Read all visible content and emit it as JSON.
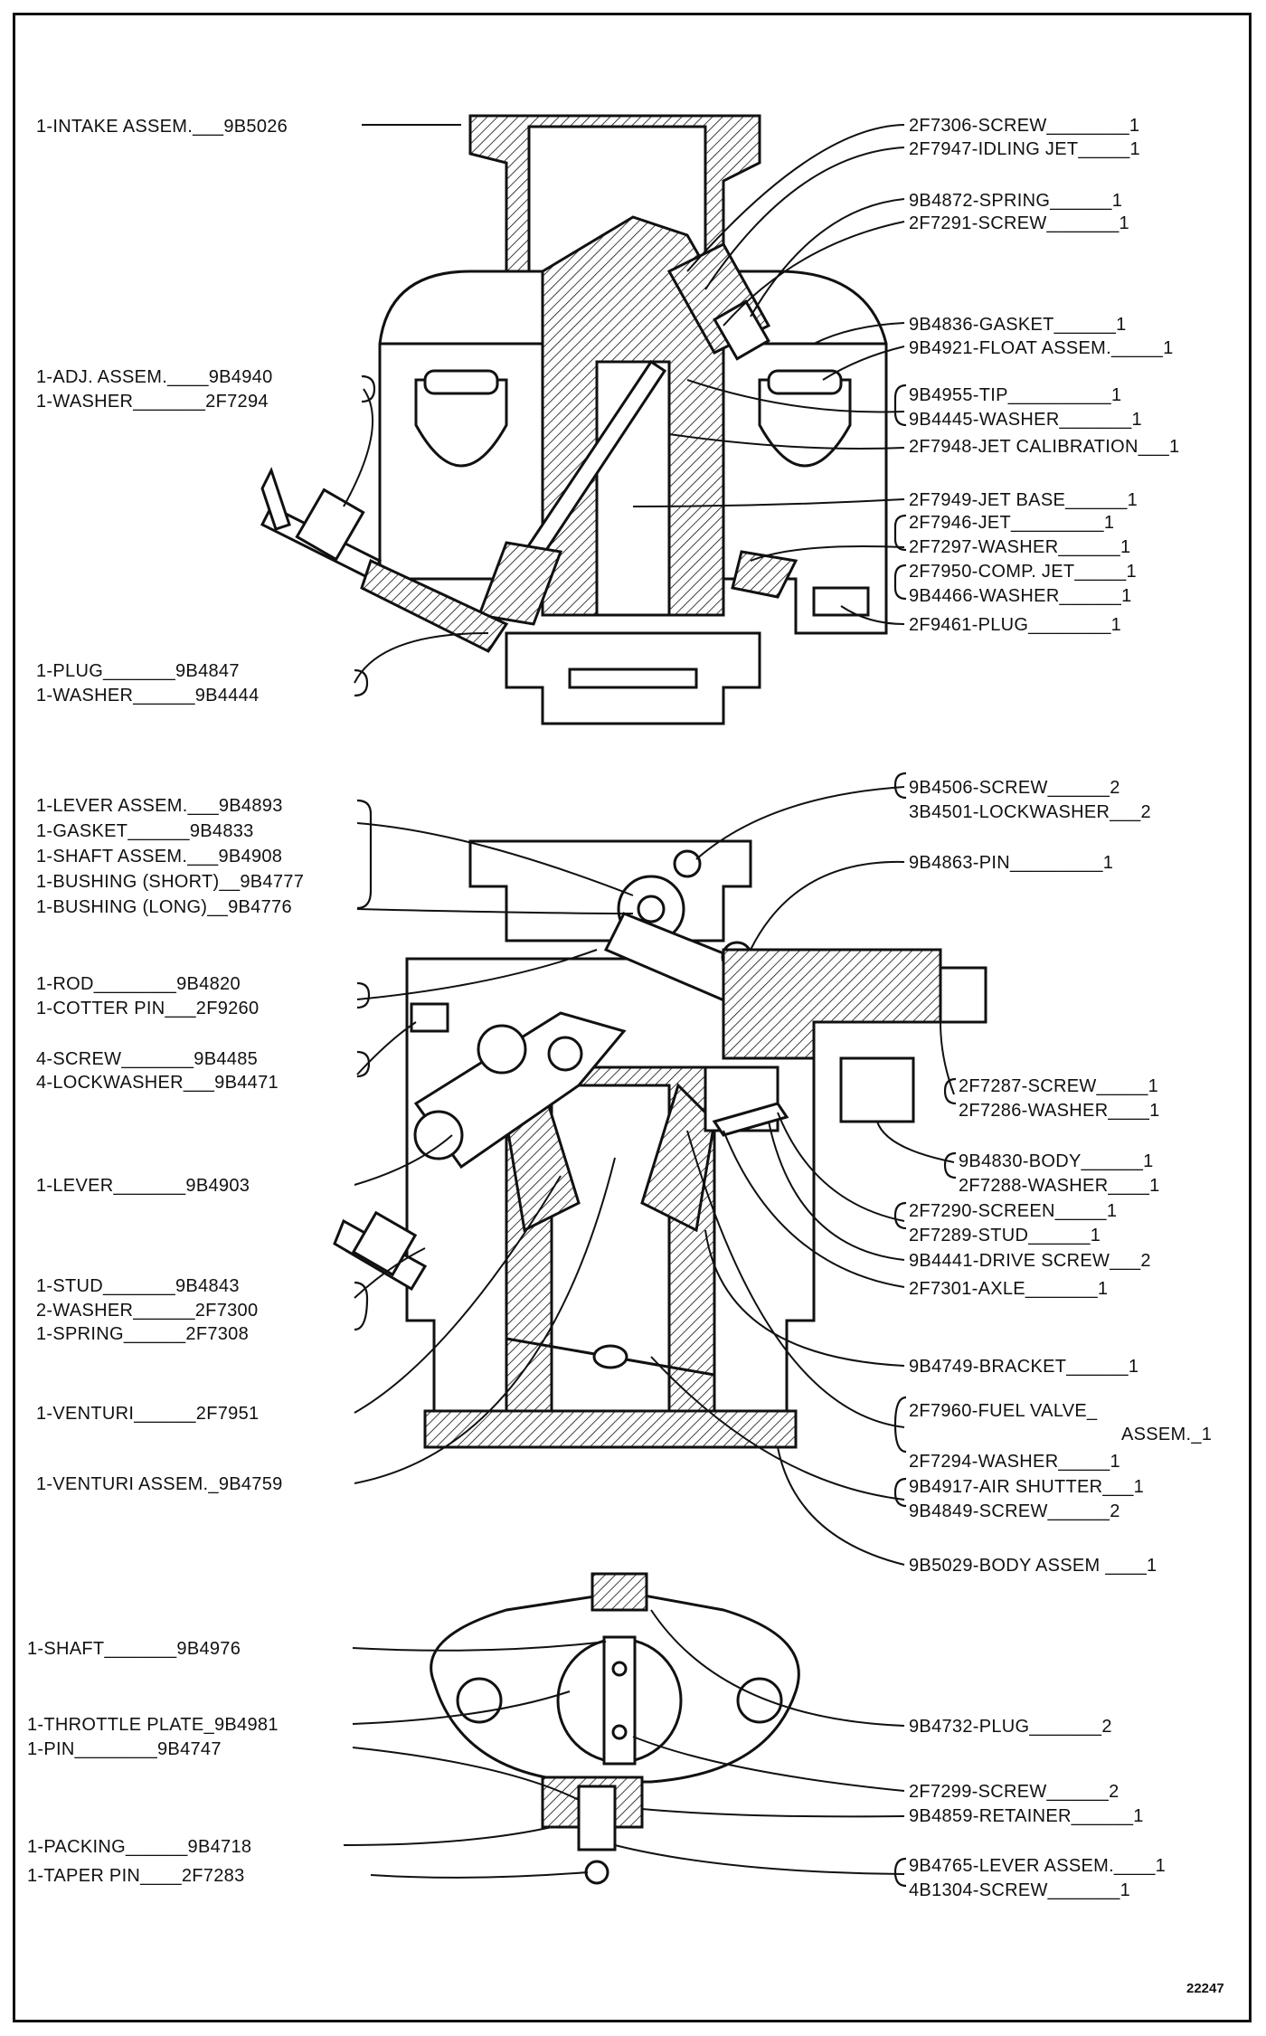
{
  "figure_number": "22247",
  "upper_view": {
    "left_labels": [
      "1-INTAKE ASSEM.___9B5026",
      "1-ADJ. ASSEM.____9B4940",
      "1-WASHER_______2F7294",
      "1-PLUG_______9B4847",
      "1-WASHER______9B4444"
    ],
    "right_labels": [
      "2F7306-SCREW________1",
      "2F7947-IDLING JET_____1",
      "9B4872-SPRING______1",
      "2F7291-SCREW_______1",
      "9B4836-GASKET______1",
      "9B4921-FLOAT ASSEM._____1",
      "9B4955-TIP__________1",
      "9B4445-WASHER_______1",
      "2F7948-JET CALIBRATION___1",
      "2F7949-JET BASE______1",
      "2F7946-JET_________1",
      "2F7297-WASHER______1",
      "2F7950-COMP. JET_____1",
      "9B4466-WASHER______1",
      "2F9461-PLUG________1"
    ]
  },
  "middle_view": {
    "left_labels": [
      "1-LEVER ASSEM.___9B4893",
      "1-GASKET______9B4833",
      "1-SHAFT ASSEM.___9B4908",
      "1-BUSHING (SHORT)__9B4777",
      "1-BUSHING (LONG)__9B4776",
      "1-ROD________9B4820",
      "1-COTTER PIN___2F9260",
      "4-SCREW_______9B4485",
      "4-LOCKWASHER___9B4471",
      "1-LEVER_______9B4903",
      "1-STUD_______9B4843",
      "2-WASHER______2F7300",
      "1-SPRING______2F7308",
      "1-VENTURI______2F7951",
      "1-VENTURI ASSEM._9B4759"
    ],
    "right_labels": [
      "9B4506-SCREW______2",
      "3B4501-LOCKWASHER___2",
      "9B4863-PIN_________1",
      "2F7287-SCREW_____1",
      "2F7286-WASHER____1",
      "9B4830-BODY______1",
      "2F7288-WASHER____1",
      "2F7290-SCREEN_____1",
      "2F7289-STUD______1",
      "9B4441-DRIVE SCREW___2",
      "2F7301-AXLE_______1",
      "9B4749-BRACKET______1",
      "2F7960-FUEL VALVE_",
      "ASSEM._1",
      "2F7294-WASHER_____1",
      "9B4917-AIR SHUTTER___1",
      "9B4849-SCREW______2",
      "9B5029-BODY ASSEM ____1"
    ]
  },
  "lower_view": {
    "left_labels": [
      "1-SHAFT_______9B4976",
      "1-THROTTLE PLATE_9B4981",
      "1-PIN________9B4747",
      "1-PACKING______9B4718",
      "1-TAPER PIN____2F7283"
    ],
    "right_labels": [
      "9B4732-PLUG_______2",
      "2F7299-SCREW______2",
      "9B4859-RETAINER______1",
      "9B4765-LEVER ASSEM.____1",
      "4B1304-SCREW_______1"
    ]
  }
}
